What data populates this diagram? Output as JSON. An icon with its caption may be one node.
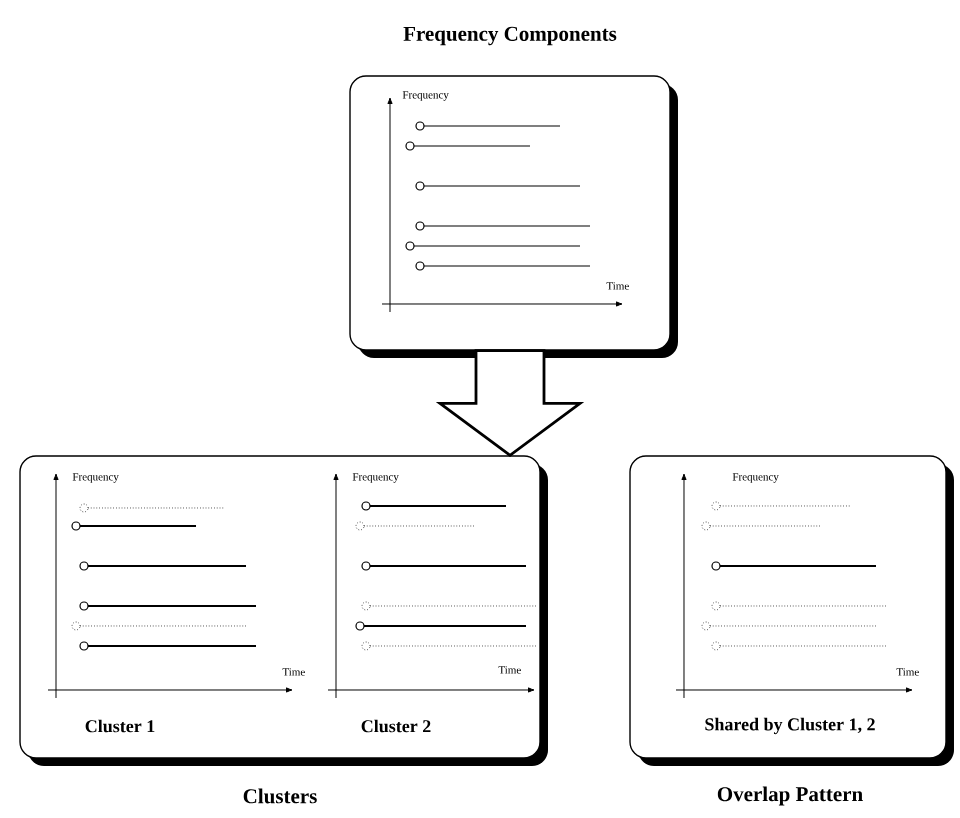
{
  "diagram": {
    "nodes": [
      {
        "text": [
          "Frequency Components",
          "Frequency",
          "Time"
        ]
      },
      {
        "text": [
          "Clusters"
        ]
      },
      {
        "text": [
          "Frequency",
          "Time",
          "Cluster 1"
        ],
        "in": 1
      },
      {
        "text": [
          "Frequency",
          "Time",
          "Cluster 2"
        ],
        "in": 1
      },
      {
        "text": [
          "Overlap Pattern",
          "Frequency",
          "Time",
          "Shared by Cluster 1, 2"
        ]
      }
    ],
    "edges": [
      {
        "from": 0,
        "to": 1,
        "arrow": "to",
        "style": "thick"
      }
    ]
  }
}
